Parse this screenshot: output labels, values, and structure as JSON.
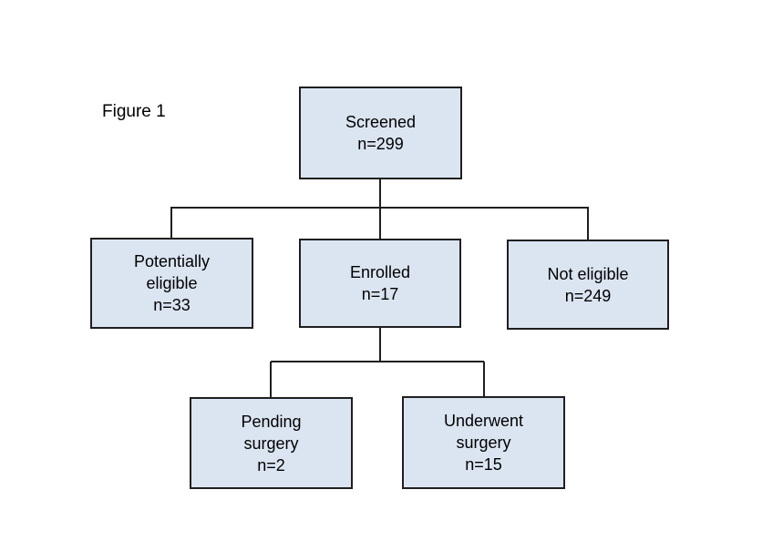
{
  "figure_label": "Figure 1",
  "colors": {
    "node-fill": "#dbe5f1",
    "node-border": "#1f1f1f",
    "connector": "#1f1f1f",
    "text": "#000000",
    "background": "#ffffff"
  },
  "diagram": {
    "type": "flowchart",
    "title": "Figure 1",
    "nodes": [
      {
        "id": "screened",
        "label": "Screened",
        "count_label": "n=299",
        "n": 299,
        "lines": [
          "Screened",
          "n=299"
        ]
      },
      {
        "id": "potentially-eligible",
        "label": "Potentially eligible",
        "count_label": "n=33",
        "n": 33,
        "lines": [
          "Potentially",
          "eligible",
          "n=33"
        ]
      },
      {
        "id": "enrolled",
        "label": "Enrolled",
        "count_label": "n=17",
        "n": 17,
        "lines": [
          "Enrolled",
          "n=17"
        ]
      },
      {
        "id": "not-eligible",
        "label": "Not eligible",
        "count_label": "n=249",
        "n": 249,
        "lines": [
          "Not eligible",
          "n=249"
        ]
      },
      {
        "id": "pending-surgery",
        "label": "Pending surgery",
        "count_label": "n=2",
        "n": 2,
        "lines": [
          "Pending",
          "surgery",
          "n=2"
        ]
      },
      {
        "id": "underwent-surgery",
        "label": "Underwent surgery",
        "count_label": "n=15",
        "n": 15,
        "lines": [
          "Underwent",
          "surgery",
          "n=15"
        ]
      }
    ],
    "edges": [
      {
        "from": "screened",
        "to": "potentially-eligible"
      },
      {
        "from": "screened",
        "to": "enrolled"
      },
      {
        "from": "screened",
        "to": "not-eligible"
      },
      {
        "from": "enrolled",
        "to": "pending-surgery"
      },
      {
        "from": "enrolled",
        "to": "underwent-surgery"
      }
    ]
  }
}
